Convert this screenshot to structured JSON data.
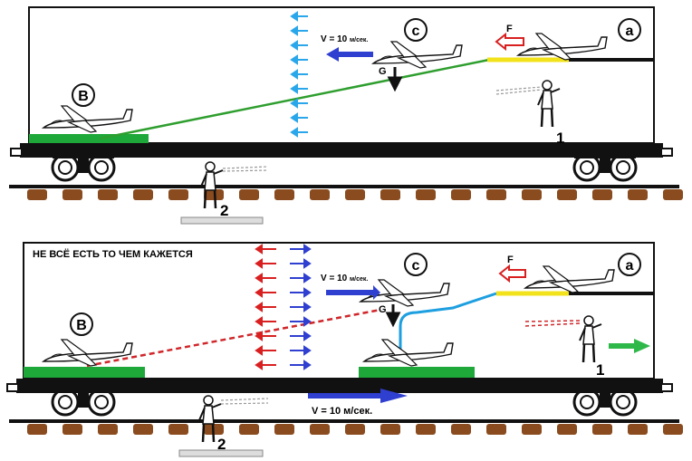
{
  "panels": [
    {
      "circle_labels": {
        "a": "a",
        "b": "B",
        "c": "c"
      },
      "force_f": "F",
      "force_g": "G",
      "speed": "V = 10",
      "speed_unit": "м/сек.",
      "observer_1": "1",
      "observer_2": "2"
    },
    {
      "title": "НЕ ВСЁ ЕСТЬ ТО ЧЕМ КАЖЕТСЯ",
      "circle_labels": {
        "a": "a",
        "b": "B",
        "c": "c"
      },
      "force_f": "F",
      "force_g": "G",
      "speed": "V = 10",
      "speed_unit": "м/сек.",
      "ground_speed": "V = 10 м/сек.",
      "observer_1": "1",
      "observer_2": "2"
    }
  ],
  "colors": {
    "cable_green": "#2e9e2e",
    "pad_green": "#1fa83a",
    "cable_yellow": "#f2e21b",
    "cable_blue": "#1e9fe0",
    "cable_red": "#d0262a",
    "arrow_blue": "#2f3fd0",
    "arrow_red": "#d82020",
    "arrow_cyan": "#2aa7ea",
    "arrow_green": "#2fb84a",
    "sleeper": "#8a4b1e",
    "rail": "#111111"
  }
}
